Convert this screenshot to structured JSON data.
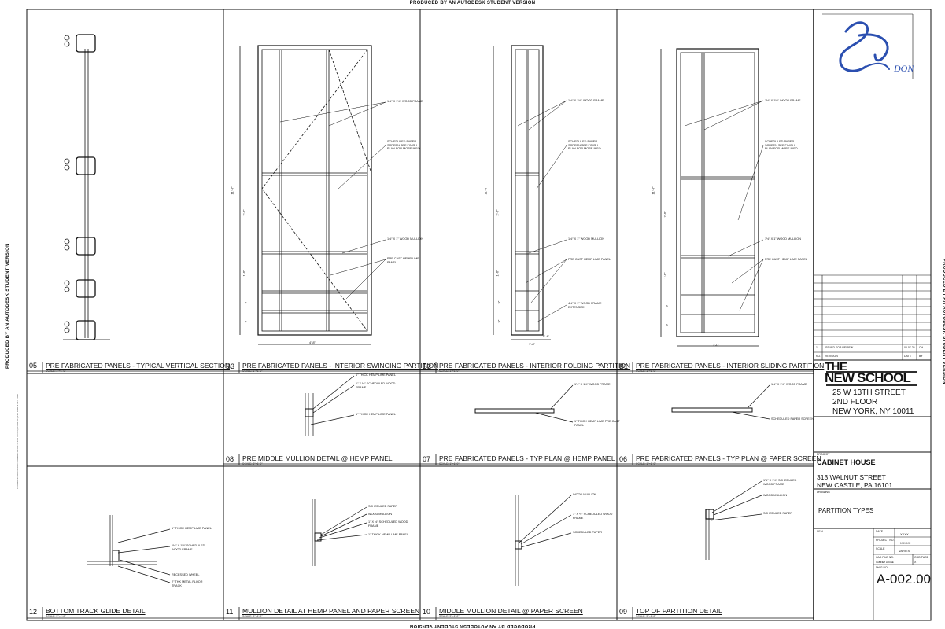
{
  "watermark": "PRODUCED BY AN AUTODESK STUDENT VERSION",
  "file_path": "C:\\USERS\\SHOOD\\DOCS\\SHEETS\\PARTITION TYPES_A-002.00 | Plot Date: 2 / 2 / 2025",
  "panels": {
    "p05": {
      "num": "05",
      "title": "PRE FABRICATED PANELS - TYPICAL VERTICAL SECTION",
      "scale": "SCALE: 1\"=1'-0\""
    },
    "pB3": {
      "num": "B3",
      "title": "PRE FABRICATED PANELS - INTERIOR SWINGING PARTITION",
      "scale": "SCALE: 1\"=1'-0\""
    },
    "pB2": {
      "num": "B2",
      "title": "PRE FABRICATED PANELS - INTERIOR FOLDING PARTITION",
      "scale": "SCALE: 1\"=1'-0\""
    },
    "pB1": {
      "num": "B1",
      "title": "PRE FABRICATED PANELS - INTERIOR SLIDING PARTITION",
      "scale": "SCALE: 1\"=1'-0\""
    },
    "p08": {
      "num": "08",
      "title": "PRE MIDDLE MULLION DETAIL @ HEMP PANEL",
      "scale": "SCALE: 3\"=1'-0\""
    },
    "p07": {
      "num": "07",
      "title": "PRE FABRICATED PANELS - TYP PLAN @ HEMP PANEL",
      "scale": "SCALE: 1\"=1'-0\""
    },
    "p06": {
      "num": "06",
      "title": "PRE FABRICATED PANELS - TYP PLAN @ PAPER SCREEN",
      "scale": "SCALE: 1\"=1'-0\""
    },
    "p12": {
      "num": "12",
      "title": "BOTTOM TRACK GLIDE DETAIL",
      "scale": "SCALE: 3\"=1'-0\""
    },
    "p11": {
      "num": "11",
      "title": "MULLION DETAIL AT HEMP PANEL AND PAPER SCREEN",
      "scale": "SCALE: 3\"=1'-0\""
    },
    "p10": {
      "num": "10",
      "title": "MIDDLE MULLION DETAIL @ PAPER SCREEN",
      "scale": "SCALE: 3\"=1'-0\""
    },
    "p09": {
      "num": "09",
      "title": "TOP OF PARTITION DETAIL",
      "scale": "SCALE: 3\"=1'-0\""
    }
  },
  "notes": {
    "wood_frame": "1½\" X 1½\" WOOD FRAME",
    "paper_screen": "SCHEDULED PAPER\nSCREEN SEE FINISH\nPLAN FOR MORE INFO.",
    "wood_mullion": "1½\" X 1\" WOOD MULLION",
    "hemp_panel": "PRE CAST HEMP LIME\nPANEL",
    "hemp_panel_b2": "PRE CAST HEMP LIME PANEL",
    "frame_ext": "4½\" X 1\" WOOD FRAME\nEXTENSION",
    "n08_1": "1\" THICK HEMP LIME PANEL",
    "n08_2": "1\" X ½\" SCHEDULED WOOD\nFRAME",
    "n08_3": "1\" THICK HEMP LIME PANEL",
    "n07_1": "1½\" X 1½\" WOOD FRAME",
    "n07_2": "1\" THICK HEMP LIME PRE CAST\nPANEL",
    "n06_1": "1½\" X 1½\" WOOD FRAME",
    "n06_2": "SCHEDULED PAPER SCREEN",
    "n12_1": "1\" THICK HEMP LIME PANEL",
    "n12_2": "1½\" X 1½\" SCHEDULED\nWOOD FRAME",
    "n12_3": "RECESSED WHEEL",
    "n12_4": "2\" THK METAL FLOOR\nTRACK",
    "n11_1": "SCHEDULED PAPER",
    "n11_2": "WOOD MULLION",
    "n11_3": "1\" X ½\" SCHEDULED WOOD\nFRAME",
    "n11_4": "1\" THICK HEMP LIME PANEL",
    "n10_1": "WOOD MULLION",
    "n10_2": "1\" X ½\" SCHEDULED WOOD\nFRAME",
    "n10_3": "SCHEDULED PAPER",
    "n09_1": "1½\" X 1½\" SCHEDULED\nWOOD FRAME",
    "n09_2": "WOOD MULLION",
    "n09_3": "SCHEDULED PAPER"
  },
  "dims": {
    "overall_h": "11'-0\"",
    "d_2_6": "2'-6\"",
    "d_1_6": "1'-6\"",
    "d_9": "9\"",
    "w_b3": "4'-8\"",
    "w_b2": "1'-8\"",
    "w_b2b": "0'-4\"",
    "w_b1": "3'-0\""
  },
  "title_block": {
    "logo_text": "DON",
    "revision_row": {
      "no": "1",
      "revision": "ISSUED FOR REVIEW",
      "date": "06.07.25",
      "by": "CH"
    },
    "rev_headers": {
      "no": "NO.",
      "revision": "REVISION",
      "date": "DATE",
      "by": "BY"
    },
    "school_line1": "THE",
    "school_line2": "NEW SCHOOL",
    "address1": "25 W 13TH STREET",
    "address2": "2ND FLOOR",
    "address3": "NEW YORK, NY 10011",
    "project_label": "PROJECT",
    "project_name": "CABINET HOUSE",
    "project_addr1": "313 WALNUT STREET",
    "project_addr2": "NEW CASTLE, PA 16101",
    "drawing_label": "DRAWING",
    "drawing_name": "PARTITION TYPES",
    "seal_label": "SEAL",
    "date_label": "DATE",
    "date_value": "XXXX",
    "projno_label": "PROJECT NO.",
    "projno_value": "XXXXX",
    "scale_label": "SCALE",
    "scale_value": "VARIES",
    "cad_label": "CAD FILE NO.",
    "cad_value": "CABINET HOUSE",
    "odd_label": "ODD PAGE",
    "odd_value": "X",
    "dwg_label": "DWG NO.",
    "dwg_no": "A-002.00"
  }
}
